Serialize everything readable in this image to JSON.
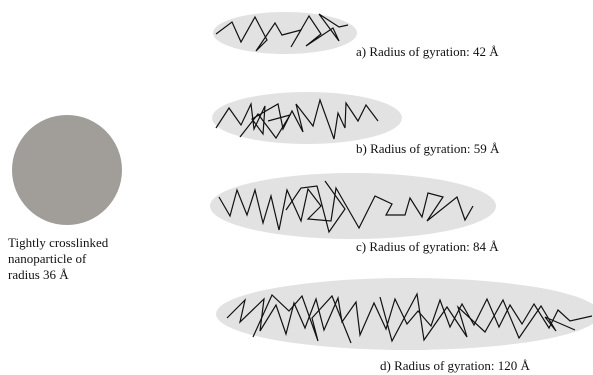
{
  "colors": {
    "nanoparticle_fill": "#a19e99",
    "coil_envelope_fill": "#e2e2e2",
    "chain_stroke": "#111111",
    "text": "#111111"
  },
  "nanoparticle": {
    "caption_lines": [
      "Tightly crosslinked",
      "nanoparticle of",
      "radius 36 Å"
    ]
  },
  "coils": [
    {
      "id": "a",
      "label": "a) Radius of gyration: 42 Å"
    },
    {
      "id": "b",
      "label": "b) Radius of gyration: 59 Å"
    },
    {
      "id": "c",
      "label": "c) Radius of gyration: 84 Å"
    },
    {
      "id": "d",
      "label": "d) Radius of gyration: 120 Å"
    }
  ]
}
